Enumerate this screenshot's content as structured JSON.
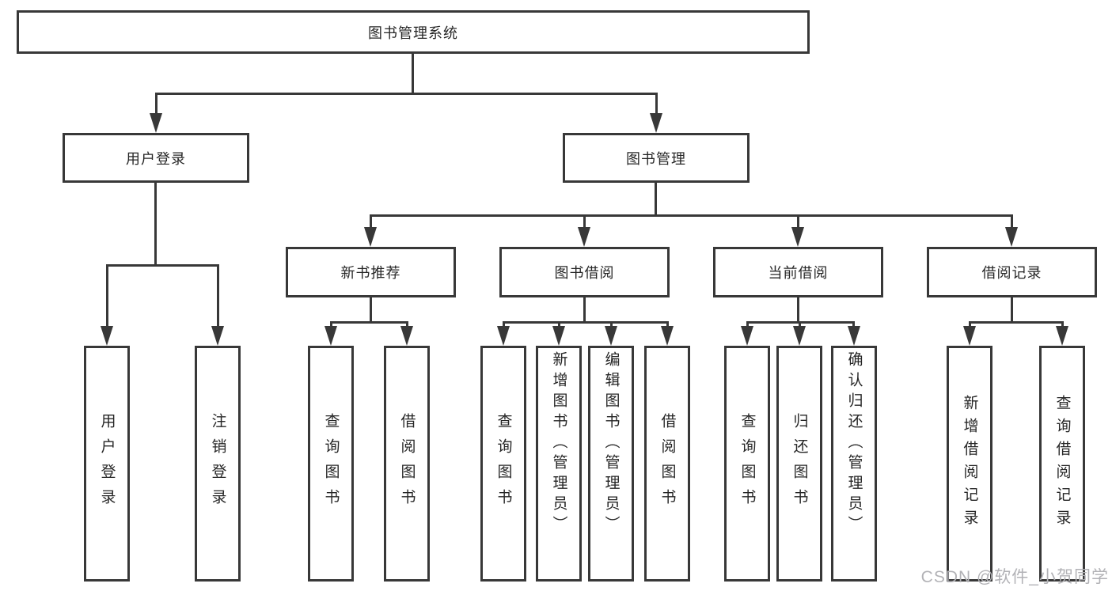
{
  "diagram": {
    "title": "图书管理系统",
    "root": {
      "label": "图书管理系统"
    },
    "level2": [
      {
        "label": "用户登录"
      },
      {
        "label": "图书管理"
      }
    ],
    "level3": [
      {
        "label": "新书推荐"
      },
      {
        "label": "图书借阅"
      },
      {
        "label": "当前借阅"
      },
      {
        "label": "借阅记录"
      }
    ],
    "leaves": {
      "user_login": [
        {
          "label": "用户登录"
        },
        {
          "label": "注销登录"
        }
      ],
      "new_book": [
        {
          "label": "查询图书"
        },
        {
          "label": "借阅图书"
        }
      ],
      "borrow": [
        {
          "label": "查询图书"
        },
        {
          "label": "新增图书（管理员）"
        },
        {
          "label": "编辑图书（管理员）"
        },
        {
          "label": "借阅图书"
        }
      ],
      "current": [
        {
          "label": "查询图书"
        },
        {
          "label": "归还图书"
        },
        {
          "label": "确认归还（管理员）"
        }
      ],
      "records": [
        {
          "label": "新增借阅记录"
        },
        {
          "label": "查询借阅记录"
        }
      ]
    }
  },
  "watermark": {
    "text": "CSDN @软件_小贺同学"
  },
  "colors": {
    "line": "#383838",
    "text": "#262626",
    "watermark": "#b2b2b6",
    "background": "#ffffff"
  }
}
